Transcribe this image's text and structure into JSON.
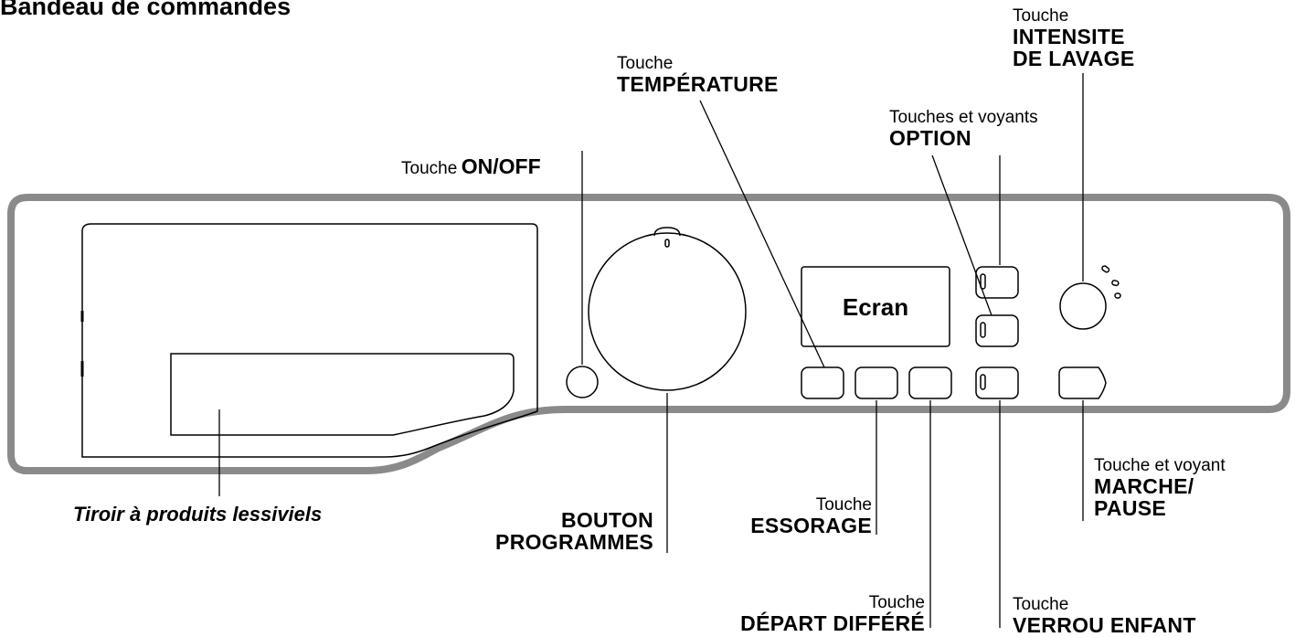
{
  "title": "Bandeau de commandes",
  "screen": {
    "label": "Ecran"
  },
  "labels": {
    "on_off": {
      "prefix": "Touche",
      "name": "ON/OFF"
    },
    "temperature": {
      "prefix": "Touche",
      "name": "TEMPÉRATURE"
    },
    "intensite": {
      "prefix": "Touche",
      "name_line1": "INTENSITE",
      "name_line2": "DE LAVAGE"
    },
    "option": {
      "prefix": "Touches et voyants",
      "name": "OPTION"
    },
    "drawer": {
      "name": "Tiroir à produits lessiviels"
    },
    "programmes": {
      "line1": "BOUTON",
      "line2": "PROGRAMMES"
    },
    "essorage": {
      "prefix": "Touche",
      "name": "ESSORAGE"
    },
    "depart": {
      "prefix": "Touche",
      "name": "DÉPART DIFFÉRÉ"
    },
    "verrou": {
      "prefix": "Touche",
      "name": "VERROU ENFANT"
    },
    "marche": {
      "prefix": "Touche et voyant",
      "name_line1": "MARCHE/",
      "name_line2": "PAUSE"
    }
  }
}
